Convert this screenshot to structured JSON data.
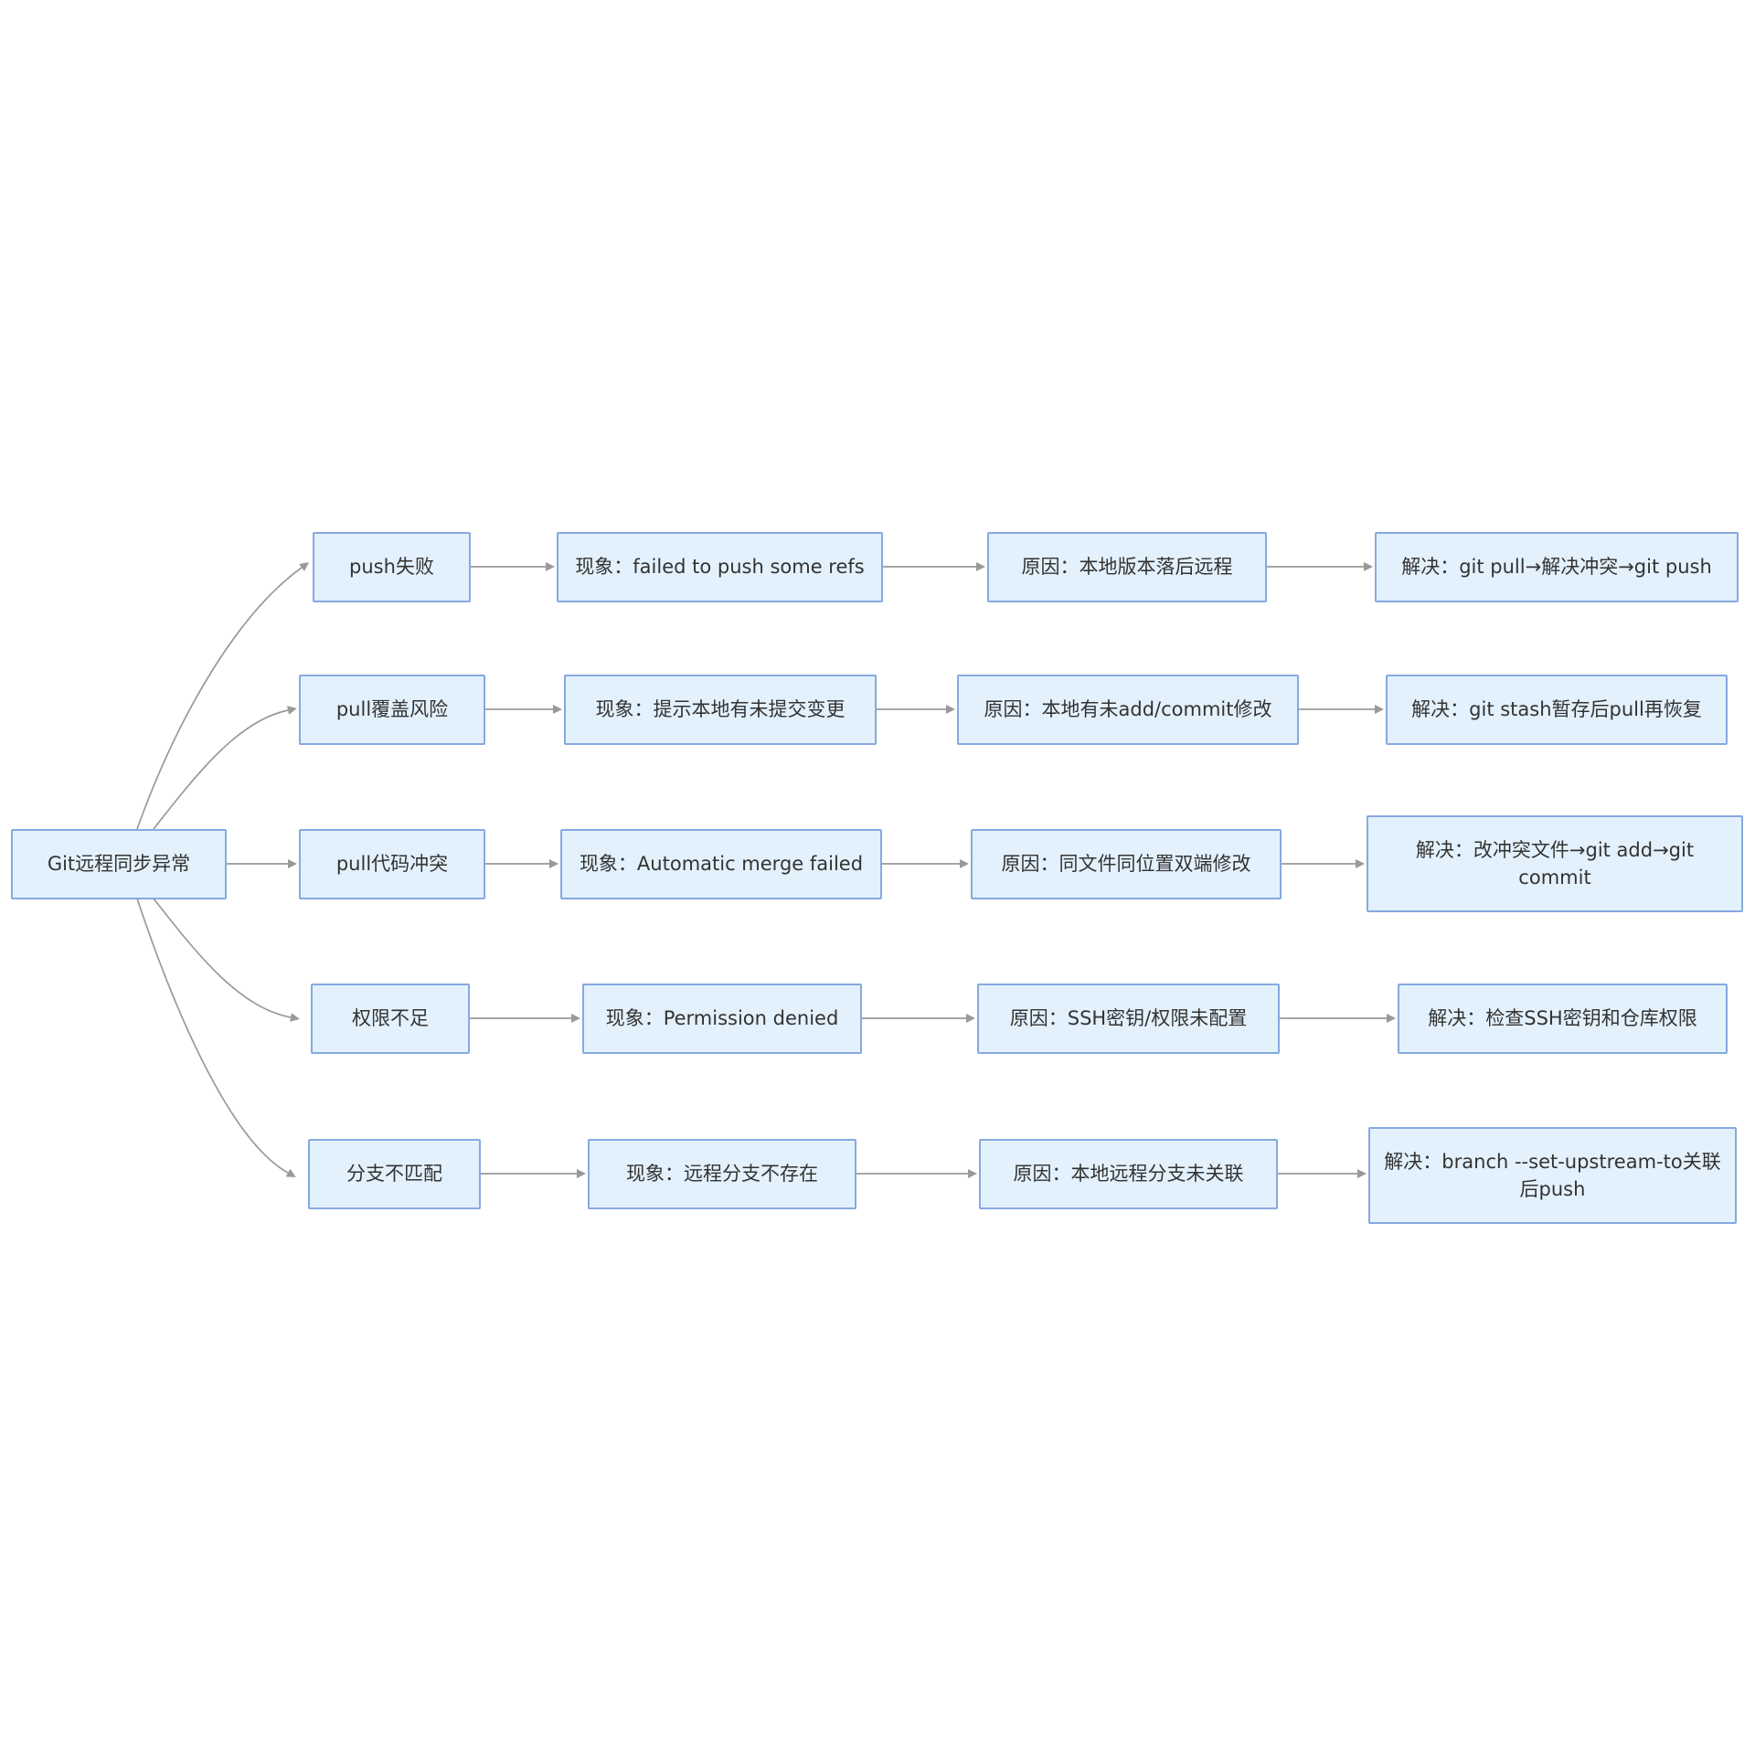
{
  "diagram": {
    "title": "Git远程同步异常",
    "root": "Git远程同步异常",
    "rows": [
      {
        "issue": "push失败",
        "phenomenon": "现象：failed to push some refs",
        "cause": "原因：本地版本落后远程",
        "solution": "解决：git pull→解决冲突→git push"
      },
      {
        "issue": "pull覆盖风险",
        "phenomenon": "现象：提示本地有未提交变更",
        "cause": "原因：本地有未add/commit修改",
        "solution": "解决：git stash暂存后pull再恢复"
      },
      {
        "issue": "pull代码冲突",
        "phenomenon": "现象：Automatic merge failed",
        "cause": "原因：同文件同位置双端修改",
        "solution": "解决：改冲突文件→git add→git commit"
      },
      {
        "issue": "权限不足",
        "phenomenon": "现象：Permission denied",
        "cause": "原因：SSH密钥/权限未配置",
        "solution": "解决：检查SSH密钥和仓库权限"
      },
      {
        "issue": "分支不匹配",
        "phenomenon": "现象：远程分支不存在",
        "cause": "原因：本地远程分支未关联",
        "solution": "解决：branch --set-upstream-to关联后push"
      }
    ],
    "colors": {
      "node_fill": "#e3f1fd",
      "node_border": "#86a9e0",
      "edge": "#999999",
      "text": "#333333",
      "background": "#ffffff"
    }
  }
}
